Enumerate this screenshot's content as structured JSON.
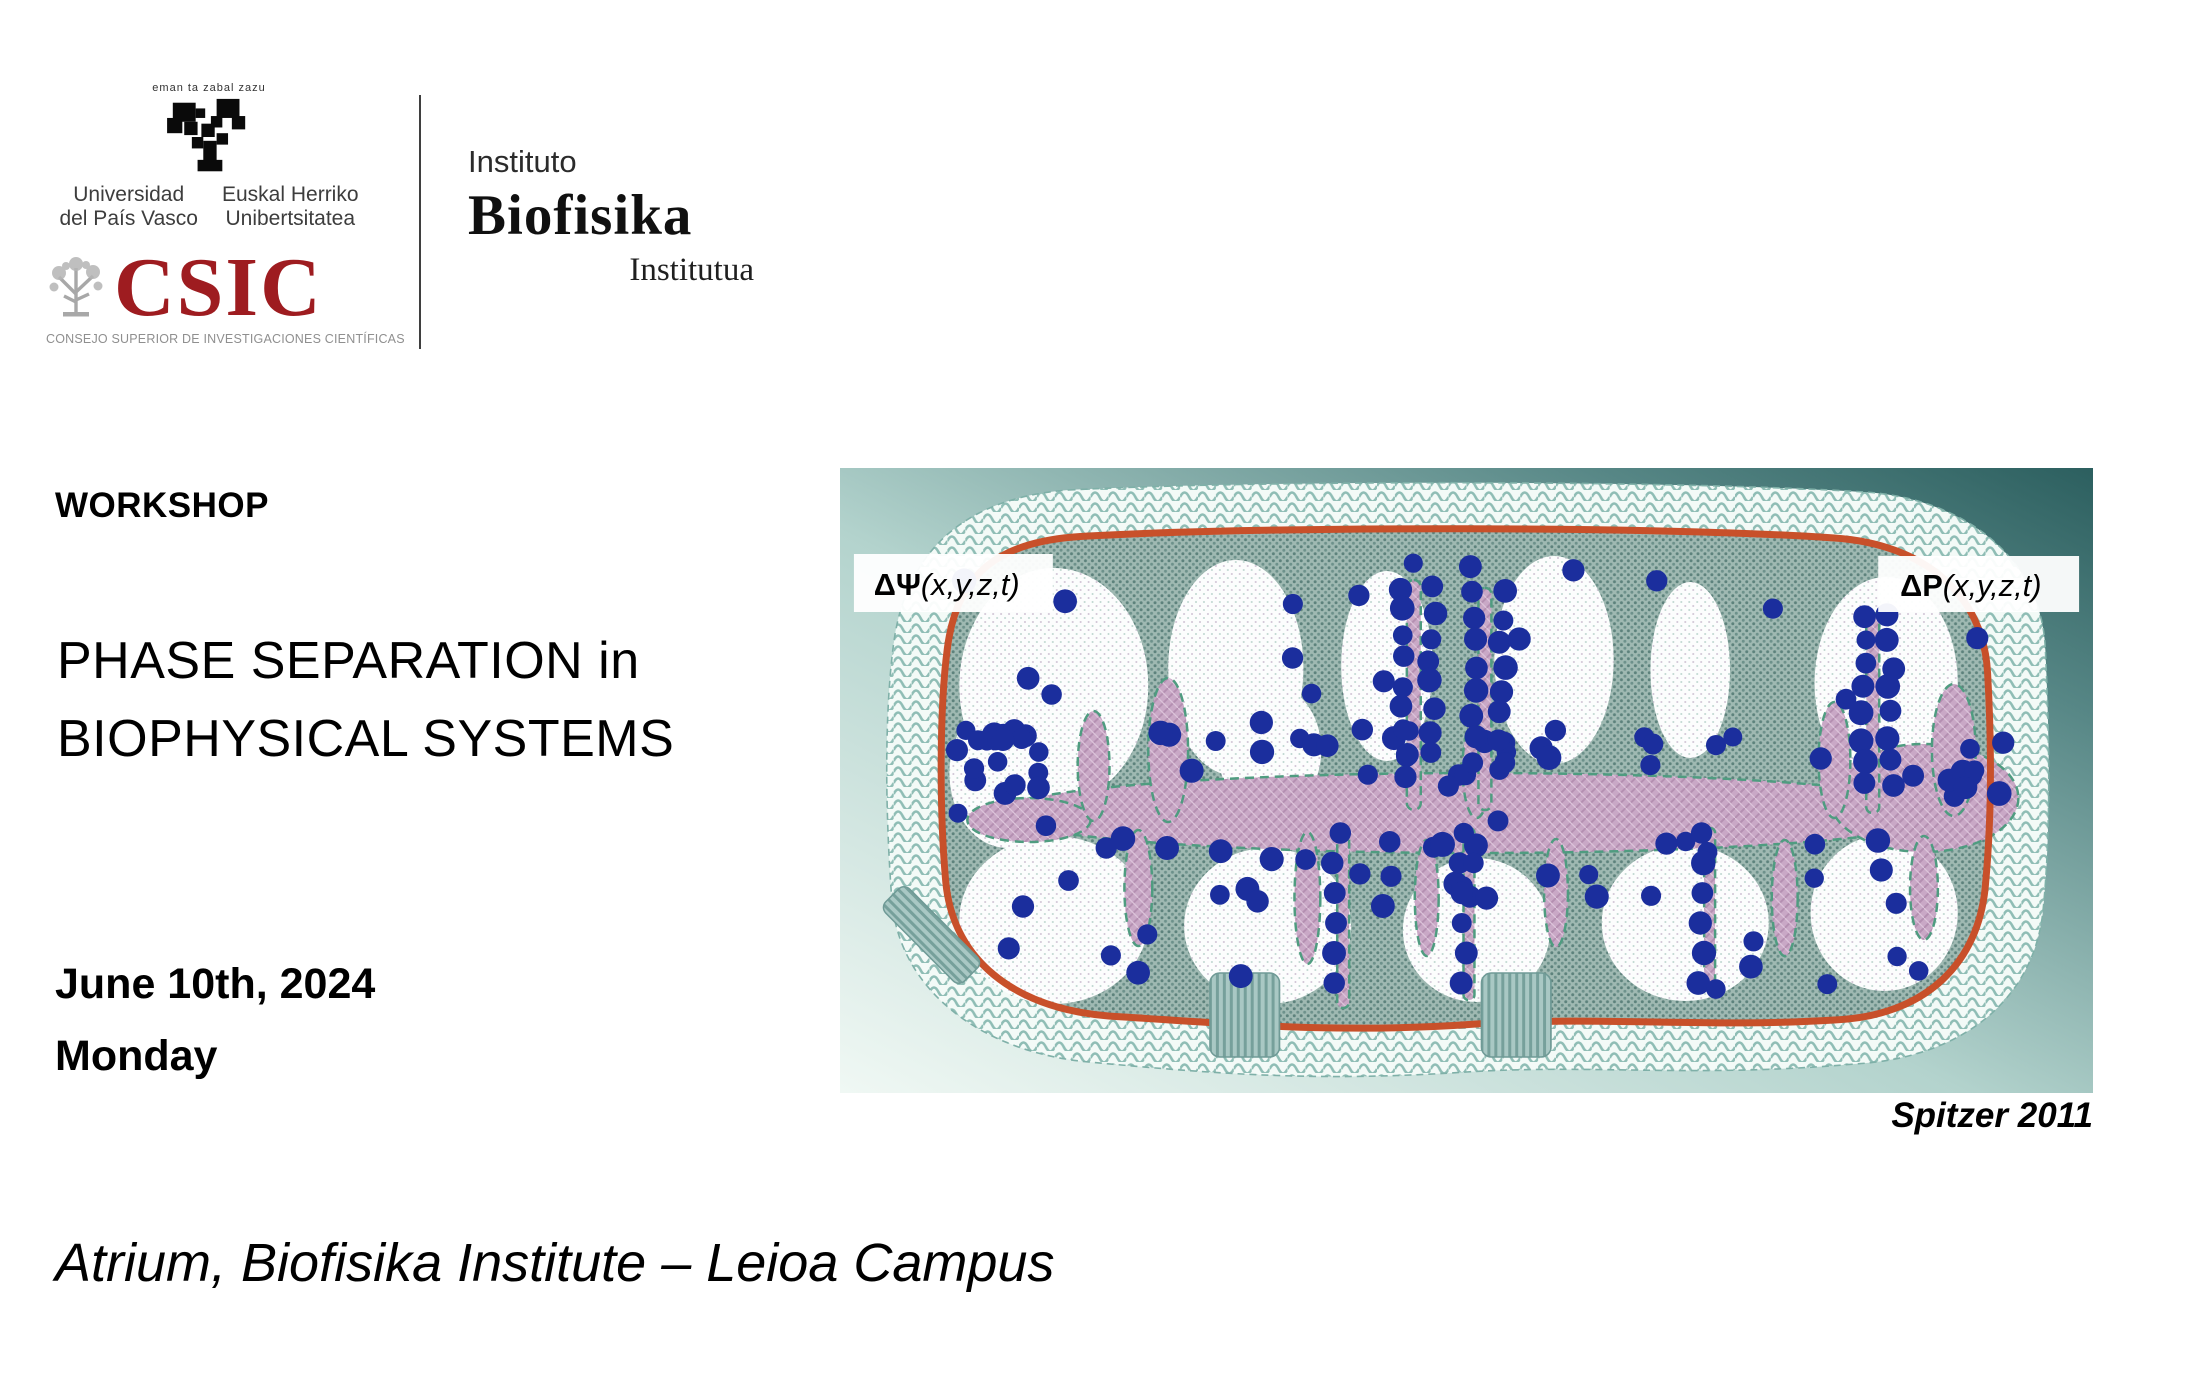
{
  "logos": {
    "upv": {
      "motto": "eman ta zabal zazu",
      "es_line1": "Universidad",
      "es_line2": "del País Vasco",
      "eu_line1": "Euskal Herriko",
      "eu_line2": "Unibertsitatea"
    },
    "csic": {
      "acronym": "CSIC",
      "full_name": "CONSEJO SUPERIOR DE INVESTIGACIONES CIENTÍFICAS",
      "brand_color": "#9e1c20"
    },
    "biofisika": {
      "prefix": "Instituto",
      "name": "Biofisika",
      "suffix": "Institutua"
    }
  },
  "content": {
    "kicker": "WORKSHOP",
    "title_line1": "PHASE SEPARATION in",
    "title_line2": "BIOPHYSICAL SYSTEMS",
    "date": "June 10th, 2024",
    "day": "Monday",
    "venue": "Atrium, Biofisika Institute – Leioa Campus"
  },
  "figure": {
    "label_left_symbol": "ΔΨ",
    "label_left_args": "(x,y,z,t)",
    "label_right_symbol": "ΔP",
    "label_right_args": "(x,y,z,t)",
    "credit": "Spitzer 2011",
    "colors": {
      "membrane": "#c8502a",
      "ribosome": "#1b2e9d",
      "nucleoid": "#c9a8c6",
      "cytoplasm_gel": "#9fb9b2",
      "background_dark": "#2c5f5f"
    }
  }
}
